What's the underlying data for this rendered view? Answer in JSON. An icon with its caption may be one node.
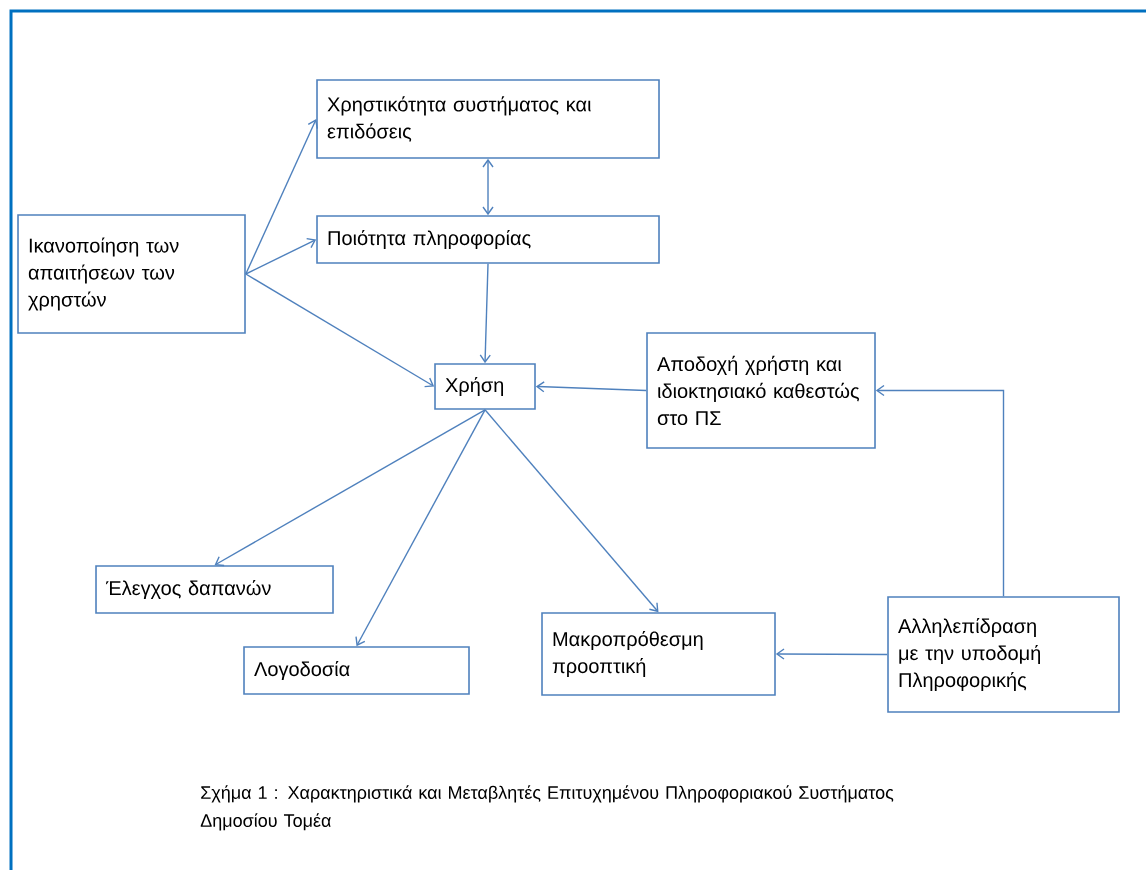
{
  "diagram": {
    "caption": "Σχήμα 1 : Χαρακτηριστικά και Μεταβλητές Επιτυχημένου Πληροφοριακού Συστήματος Δημοσίου Τομέα",
    "nodes": [
      {
        "text": [
          "Ικανοποίηση των απαιτήσεων των χρηστών"
        ]
      },
      {
        "text": [
          "Χρηστικότητα συστήματος και επιδόσεις"
        ]
      },
      {
        "text": [
          "Ποιότητα πληροφορίας"
        ]
      },
      {
        "text": [
          "Χρήση"
        ]
      },
      {
        "text": [
          "Αποδοχή χρήστη και ιδιοκτησιακό καθεστώς στο ΠΣ"
        ]
      },
      {
        "text": [
          "Έλεγχος δαπανών"
        ]
      },
      {
        "text": [
          "Λογοδοσία"
        ]
      },
      {
        "text": [
          "Μακροπρόθεσμη προοπτική"
        ]
      },
      {
        "text": [
          "Αλληλεπίδραση με την υποδομή Πληροφορικής"
        ]
      }
    ],
    "edges": [
      {
        "from": 0,
        "to": 1,
        "arrow": "to"
      },
      {
        "from": 0,
        "to": 2,
        "arrow": "to"
      },
      {
        "from": 0,
        "to": 3,
        "arrow": "to"
      },
      {
        "from": 1,
        "to": 2,
        "arrow": "both"
      },
      {
        "from": 2,
        "to": 3,
        "arrow": "to"
      },
      {
        "from": 4,
        "to": 3,
        "arrow": "to"
      },
      {
        "from": 3,
        "to": 5,
        "arrow": "to"
      },
      {
        "from": 3,
        "to": 6,
        "arrow": "to"
      },
      {
        "from": 3,
        "to": 7,
        "arrow": "to"
      },
      {
        "from": 8,
        "to": 7,
        "arrow": "to"
      },
      {
        "from": 8,
        "to": 4,
        "arrow": "to"
      }
    ]
  }
}
